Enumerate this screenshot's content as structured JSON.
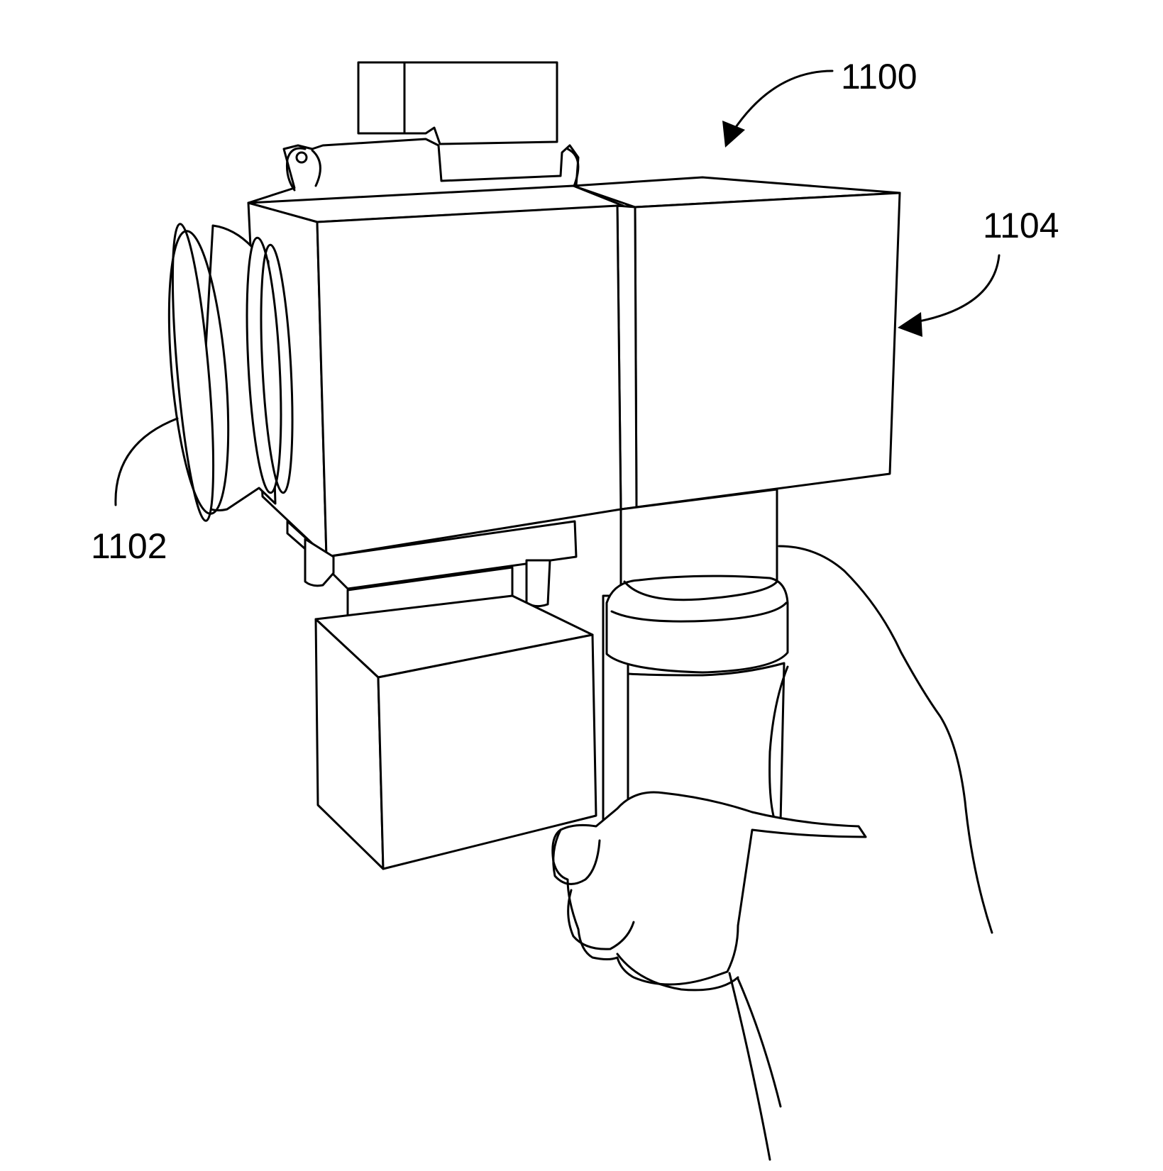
{
  "figure": {
    "labels": {
      "device": "1100",
      "eyepiece": "1102",
      "head_unit": "1104"
    },
    "colors": {
      "line": "#000000",
      "background": "#ffffff"
    }
  }
}
